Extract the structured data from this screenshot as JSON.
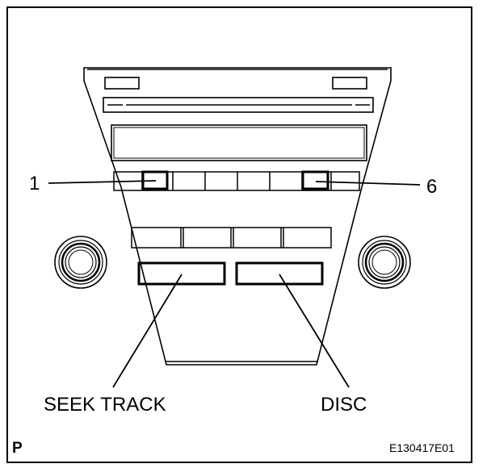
{
  "labels": {
    "callout_1": "1",
    "callout_6": "6",
    "seek_track": "SEEK TRACK",
    "disc": "DISC",
    "corner_mark": "P",
    "figure_id": "E130417E01"
  },
  "colors": {
    "line": "#000000",
    "background": "#ffffff"
  }
}
